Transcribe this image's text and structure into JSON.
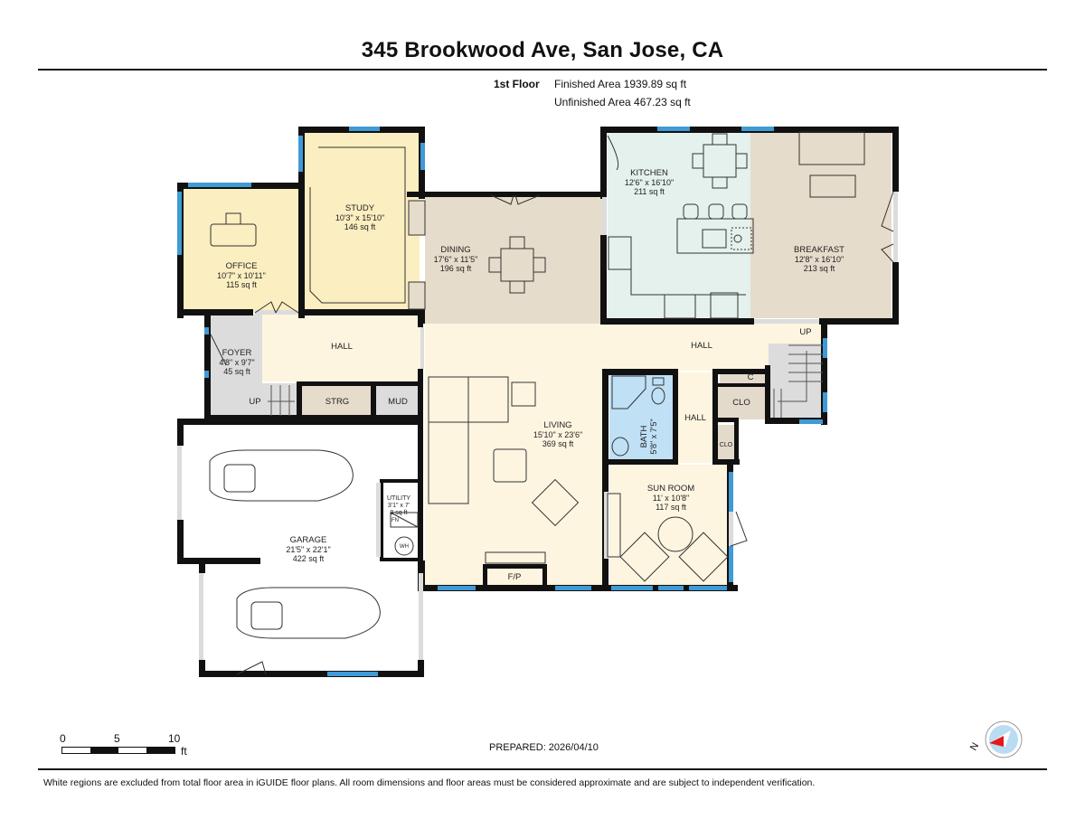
{
  "header": {
    "address": "345 Brookwood Ave, San Jose, CA",
    "floor": "1st Floor",
    "finished_area": "Finished Area 1939.89 sq ft",
    "unfinished_area": "Unfinished Area 467.23 sq ft"
  },
  "rooms": {
    "office": {
      "name": "OFFICE",
      "dims": "10'7\" x 10'11\"",
      "area": "115 sq ft"
    },
    "study": {
      "name": "STUDY",
      "dims": "10'3\" x 15'10\"",
      "area": "146 sq ft"
    },
    "dining": {
      "name": "DINING",
      "dims": "17'6\" x 11'5\"",
      "area": "196 sq ft"
    },
    "kitchen": {
      "name": "KITCHEN",
      "dims": "12'6\" x 16'10\"",
      "area": "211 sq ft"
    },
    "breakfast": {
      "name": "BREAKFAST",
      "dims": "12'8\" x 16'10\"",
      "area": "213 sq ft"
    },
    "foyer": {
      "name": "FOYER",
      "dims": "4'8\" x 9'7\"",
      "area": "45 sq ft"
    },
    "hall_west": {
      "name": "HALL"
    },
    "hall_east": {
      "name": "HALL"
    },
    "hall_small": {
      "name": "HALL"
    },
    "strg": {
      "name": "STRG"
    },
    "mud": {
      "name": "MUD"
    },
    "living": {
      "name": "LIVING",
      "dims": "15'10\" x 23'6\"",
      "area": "369 sq ft"
    },
    "bath": {
      "name": "BATH",
      "dims": "5'8\" x 7'5\""
    },
    "closet_c": {
      "name": "C"
    },
    "closet_1": {
      "name": "CLO"
    },
    "closet_2": {
      "name": "CLO"
    },
    "sunroom": {
      "name": "SUN ROOM",
      "dims": "11' x 10'8\"",
      "area": "117 sq ft"
    },
    "garage": {
      "name": "GARAGE",
      "dims": "21'5\" x 22'1\"",
      "area": "422 sq ft"
    },
    "utility": {
      "name": "UTILITY",
      "dims": "3'1\" x 7'",
      "area": "9 sq ft"
    },
    "fireplace": {
      "name": "F/P"
    },
    "water_heater": {
      "name": "WH"
    },
    "furnace": {
      "name": "FN"
    }
  },
  "stairs": {
    "up_west": "UP",
    "up_east": "UP"
  },
  "scale_bar": {
    "ticks": [
      "0",
      "5",
      "10"
    ],
    "unit": "ft"
  },
  "footer": {
    "prepared": "PREPARED: 2026/04/10",
    "disclaimer": "White regions are excluded from total floor area in iGUIDE floor plans. All room dimensions and floor areas must be considered approximate and are subject to independent verification."
  },
  "compass": {
    "label": "N"
  },
  "colors": {
    "office": "#fbeec0",
    "study": "#fbeec0",
    "dining": "#e6dccb",
    "kitchen": "#e4f1ec",
    "breakfast": "#e6dccb",
    "hall": "#fdf5e0",
    "foyer": "#dcdcdc",
    "bath": "#bfe0f5",
    "closet": "#e3dacb",
    "window": "#3f9ad6",
    "wall": "#111111"
  }
}
